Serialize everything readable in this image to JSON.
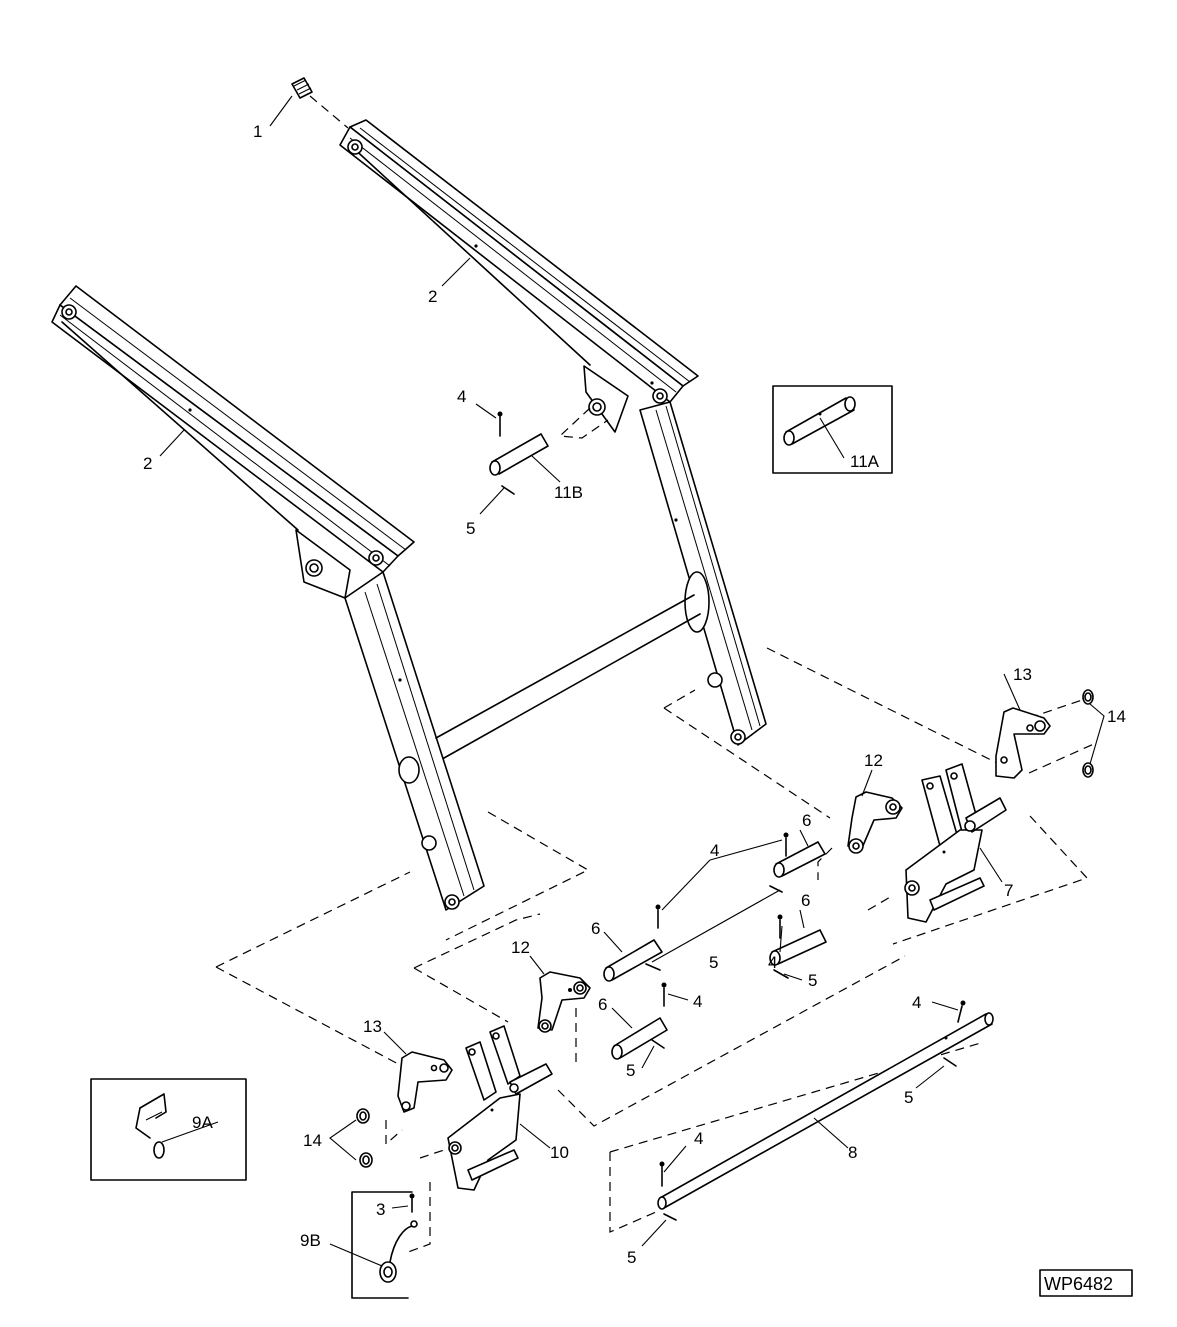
{
  "drawing_id": "WP6482",
  "callouts": {
    "c1": "1",
    "c2a": "2",
    "c2b": "2",
    "c3": "3",
    "c4a": "4",
    "c4b": "4",
    "c4c": "4",
    "c4d": "4",
    "c4e": "4",
    "c4f": "4",
    "c5a": "5",
    "c5b": "5",
    "c5c": "5",
    "c5d": "5",
    "c5e": "5",
    "c5f": "5",
    "c6a": "6",
    "c6b": "6",
    "c6c": "6",
    "c6d": "6",
    "c7": "7",
    "c8": "8",
    "c9A": "9A",
    "c9B": "9B",
    "c10": "10",
    "c11A": "11A",
    "c11B": "11B",
    "c12a": "12",
    "c12b": "12",
    "c13a": "13",
    "c13b": "13",
    "c14a": "14",
    "c14b": "14"
  }
}
